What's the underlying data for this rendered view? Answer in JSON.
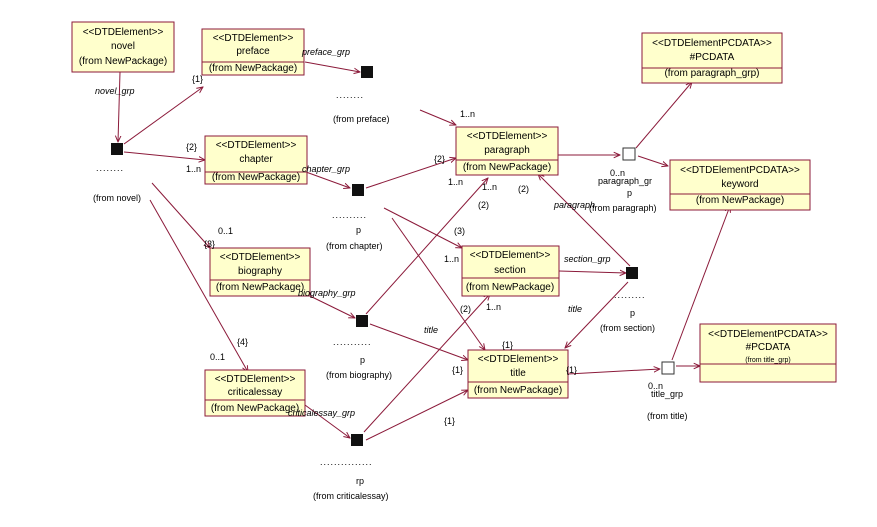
{
  "colors": {
    "box_fill": "#ffffcc",
    "box_border": "#8b1a3a",
    "line": "#8b1a3a",
    "text": "#000000",
    "node_fill": "#111111"
  },
  "classes": [
    {
      "id": "novel",
      "stereotype": "<<DTDElement>>",
      "name": "novel",
      "pkg": "(from NewPackage)"
    },
    {
      "id": "preface",
      "stereotype": "<<DTDElement>>",
      "name": "preface",
      "pkg": "(from NewPackage)"
    },
    {
      "id": "chapter",
      "stereotype": "<<DTDElement>>",
      "name": "chapter",
      "pkg": "(from NewPackage)"
    },
    {
      "id": "biography",
      "stereotype": "<<DTDElement>>",
      "name": "biography",
      "pkg": "(from NewPackage)"
    },
    {
      "id": "criticalessay",
      "stereotype": "<<DTDElement>>",
      "name": "criticalessay",
      "pkg": "(from NewPackage)"
    },
    {
      "id": "paragraph",
      "stereotype": "<<DTDElement>>",
      "name": "paragraph",
      "pkg": "(from NewPackage)"
    },
    {
      "id": "section",
      "stereotype": "<<DTDElement>>",
      "name": "section",
      "pkg": "(from NewPackage)"
    },
    {
      "id": "title",
      "stereotype": "<<DTDElement>>",
      "name": "title",
      "pkg": "(from NewPackage)"
    },
    {
      "id": "pcdata_para",
      "stereotype": "<<DTDElementPCDATA>>",
      "name": "#PCDATA",
      "pkg": "(from paragraph_grp)"
    },
    {
      "id": "keyword",
      "stereotype": "<<DTDElementPCDATA>>",
      "name": "keyword",
      "pkg": "(from NewPackage)"
    },
    {
      "id": "pcdata_title",
      "stereotype": "<<DTDElementPCDATA>>",
      "name": "#PCDATA",
      "pkg": "(from title_grp)"
    }
  ],
  "groups": [
    {
      "id": "novel_grp",
      "label": "novel_grp",
      "dots": "........",
      "from": "(from novel)"
    },
    {
      "id": "preface_grp",
      "label": "preface_grp",
      "dots": "........",
      "from": "(from preface)"
    },
    {
      "id": "chapter_grp",
      "label": "chapter_grp",
      "dots": "..........",
      "from": "(from chapter)",
      "p": "p"
    },
    {
      "id": "section_grp",
      "label": "section_grp",
      "dots": ".........",
      "from": "(from section)",
      "p": "p"
    },
    {
      "id": "biography_grp",
      "label": "biography_grp",
      "dots": "...........",
      "from": "(from biography)",
      "p": "p"
    },
    {
      "id": "criticalessay_grp",
      "label": "criticalessay_grp",
      "dots": "...............",
      "from": "(from criticalessay)",
      "p": "rp"
    },
    {
      "id": "paragraph_grp",
      "label": "paragraph_gr",
      "label2": "p",
      "from": "(from paragraph)"
    },
    {
      "id": "title_grp",
      "label": "title_grp",
      "from": "(from title)"
    }
  ],
  "labels": [
    {
      "id": "m1",
      "text": "{1}"
    },
    {
      "id": "m2",
      "text": "{2}"
    },
    {
      "id": "m3",
      "text": "1..n"
    },
    {
      "id": "m4",
      "text": "0..1"
    },
    {
      "id": "m5",
      "text": "{3}"
    },
    {
      "id": "m6",
      "text": "{4}"
    },
    {
      "id": "m7",
      "text": "0..1"
    },
    {
      "id": "m8",
      "text": "1..n"
    },
    {
      "id": "m9",
      "text": "{2}"
    },
    {
      "id": "m10",
      "text": "1..n"
    },
    {
      "id": "m11",
      "text": "1..n"
    },
    {
      "id": "m12",
      "text": "(2)"
    },
    {
      "id": "m13",
      "text": "(2)"
    },
    {
      "id": "m14",
      "text": "(3)"
    },
    {
      "id": "m15",
      "text": "1..n"
    },
    {
      "id": "m16",
      "text": "(2)"
    },
    {
      "id": "m17",
      "text": "1..n"
    },
    {
      "id": "m18",
      "text": "{1}"
    },
    {
      "id": "m19",
      "text": "{1}"
    },
    {
      "id": "m20",
      "text": "{1}"
    },
    {
      "id": "m21",
      "text": "{1}"
    },
    {
      "id": "m22",
      "text": "0..n"
    },
    {
      "id": "m23",
      "text": "0..n"
    },
    {
      "id": "m24",
      "text": "title"
    },
    {
      "id": "m25",
      "text": "title"
    },
    {
      "id": "m26",
      "text": "paragraph"
    }
  ]
}
